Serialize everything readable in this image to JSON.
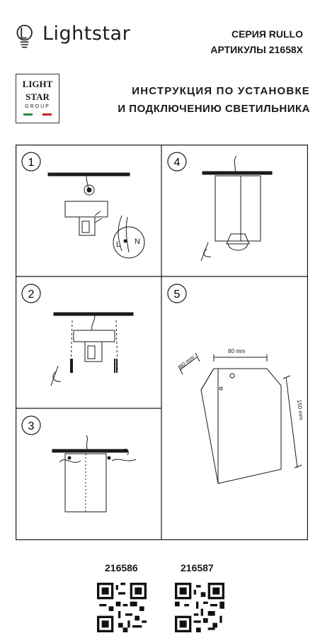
{
  "header": {
    "brand": "Lightstar",
    "series": "СЕРИЯ RULLO",
    "articles": "АРТИКУЛЫ 21658X",
    "group_logo": {
      "line1": "LIGHT",
      "line2": "STAR",
      "line3": "GROUP"
    },
    "title_line1": "ИНСТРУКЦИЯ ПО УСТАНОВКЕ",
    "title_line2": "И ПОДКЛЮЧЕНИЮ СВЕТИЛЬНИКА"
  },
  "steps": [
    {
      "number": "1",
      "wire_labels": [
        "L",
        "N"
      ]
    },
    {
      "number": "2"
    },
    {
      "number": "3"
    },
    {
      "number": "4"
    },
    {
      "number": "5",
      "dimensions": [
        "80 mm",
        "80 mm",
        "150 mm"
      ]
    }
  ],
  "footer": {
    "codes": [
      "216586",
      "216587"
    ]
  },
  "colors": {
    "line": "#1a1a1a",
    "flag_green": "#2e8b3a",
    "flag_white": "#ffffff",
    "flag_red": "#c62828"
  }
}
